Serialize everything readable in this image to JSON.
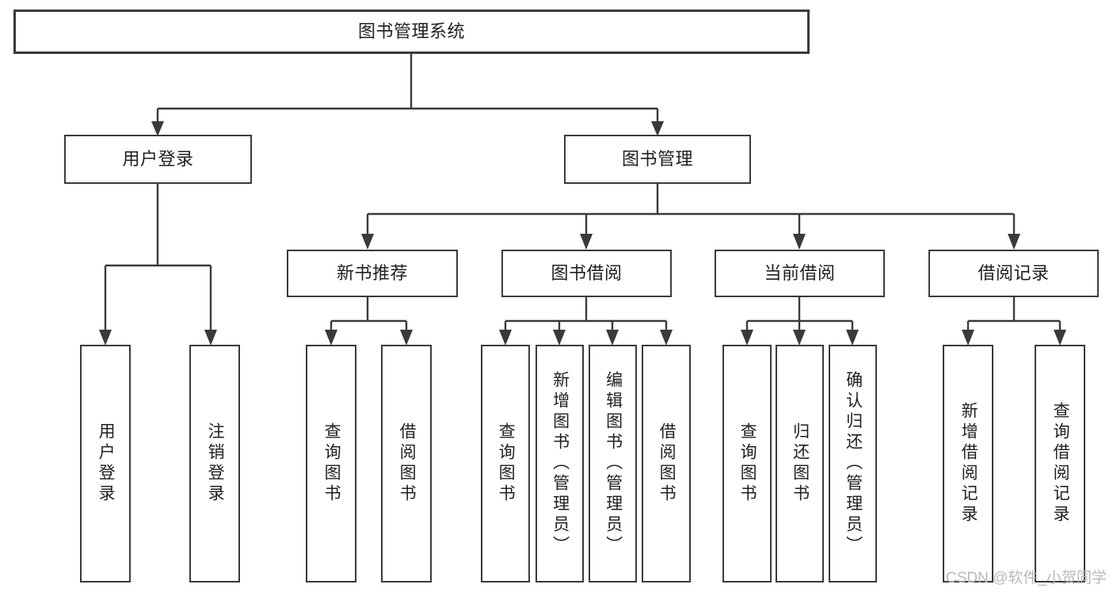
{
  "diagram": {
    "title": "图书管理系统",
    "type": "tree-hierarchy",
    "levels": 4
  },
  "nodes": {
    "root": {
      "label": "图书管理系统"
    },
    "level2": [
      {
        "label": "用户登录"
      },
      {
        "label": "图书管理"
      }
    ],
    "level3": [
      {
        "label": "新书推荐"
      },
      {
        "label": "图书借阅"
      },
      {
        "label": "当前借阅"
      },
      {
        "label": "借阅记录"
      }
    ],
    "leaves": {
      "user_login": [
        {
          "label": "用户登录"
        },
        {
          "label": "注销登录"
        }
      ],
      "new_book_recommend": [
        {
          "label": "查询图书"
        },
        {
          "label": "借阅图书"
        }
      ],
      "book_borrow": [
        {
          "label": "查询图书"
        },
        {
          "label": "新增图书（管理员）"
        },
        {
          "label": "编辑图书（管理员）"
        },
        {
          "label": "借阅图书"
        }
      ],
      "current_borrow": [
        {
          "label": "查询图书"
        },
        {
          "label": "归还图书"
        },
        {
          "label": "确认归还（管理员）"
        }
      ],
      "borrow_record": [
        {
          "label": "新增借阅记录"
        },
        {
          "label": "查询借阅记录"
        }
      ]
    }
  },
  "watermark": {
    "text": "CSDN @软件_小贺同学"
  },
  "colors": {
    "stroke": "#3a3a3a",
    "background": "#ffffff",
    "text": "#1f1f1f",
    "watermark": "#b9b9b9"
  }
}
